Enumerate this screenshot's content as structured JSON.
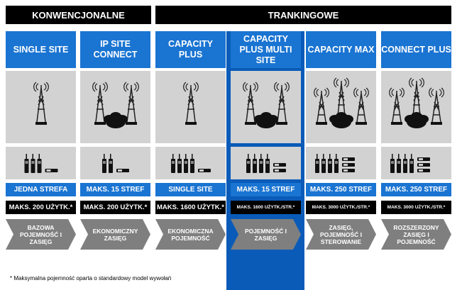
{
  "headers": {
    "conventional": "KONWENCJONALNE",
    "trunking": "TRANKINGOWE"
  },
  "columns": [
    {
      "title": "SINGLE SITE",
      "blue": "JEDNA STREFA",
      "black": "MAKS. 200 UŻYTK.*",
      "chevron": "BAZOWA POJEMNOŚĆ I ZASIĘG"
    },
    {
      "title": "IP SITE CONNECT",
      "blue": "MAKS. 15 STREF",
      "black": "MAKS. 200 UŻYTK.*",
      "chevron": "EKONOMICZNY ZASIĘG"
    },
    {
      "title": "CAPACITY PLUS",
      "blue": "SINGLE SITE",
      "black": "MAKS. 1600 UŻYTK.*",
      "chevron": "EKONOMICZNA POJEMNOŚĆ"
    },
    {
      "title": "CAPACITY PLUS MULTI SITE",
      "blue": "MAKS. 15 STREF",
      "black": "MAKS. 1600 UŻYTK./STR.*",
      "chevron": "POJEMNOŚĆ I ZASIĘG"
    },
    {
      "title": "CAPACITY MAX",
      "blue": "MAKS. 250 STREF",
      "black": "MAKS. 3000 UŻYTK./STR.*",
      "chevron": "ZASIĘG, POJEMNOŚĆ I STEROWANIE"
    },
    {
      "title": "CONNECT PLUS",
      "blue": "MAKS. 250 STREF",
      "black": "MAKS. 3000 UŻYTK./STR.*",
      "chevron": "ROZSZERZONY ZASIĘG I POJEMNOŚĆ"
    }
  ],
  "footnote": "* Maksymalna pojemność oparta o standardowy model wywołań",
  "colors": {
    "blue": "#1a74d2",
    "highlight": "#0a5bb8",
    "gray": "#d2d2d2",
    "chevron": "#7f7f7f"
  }
}
